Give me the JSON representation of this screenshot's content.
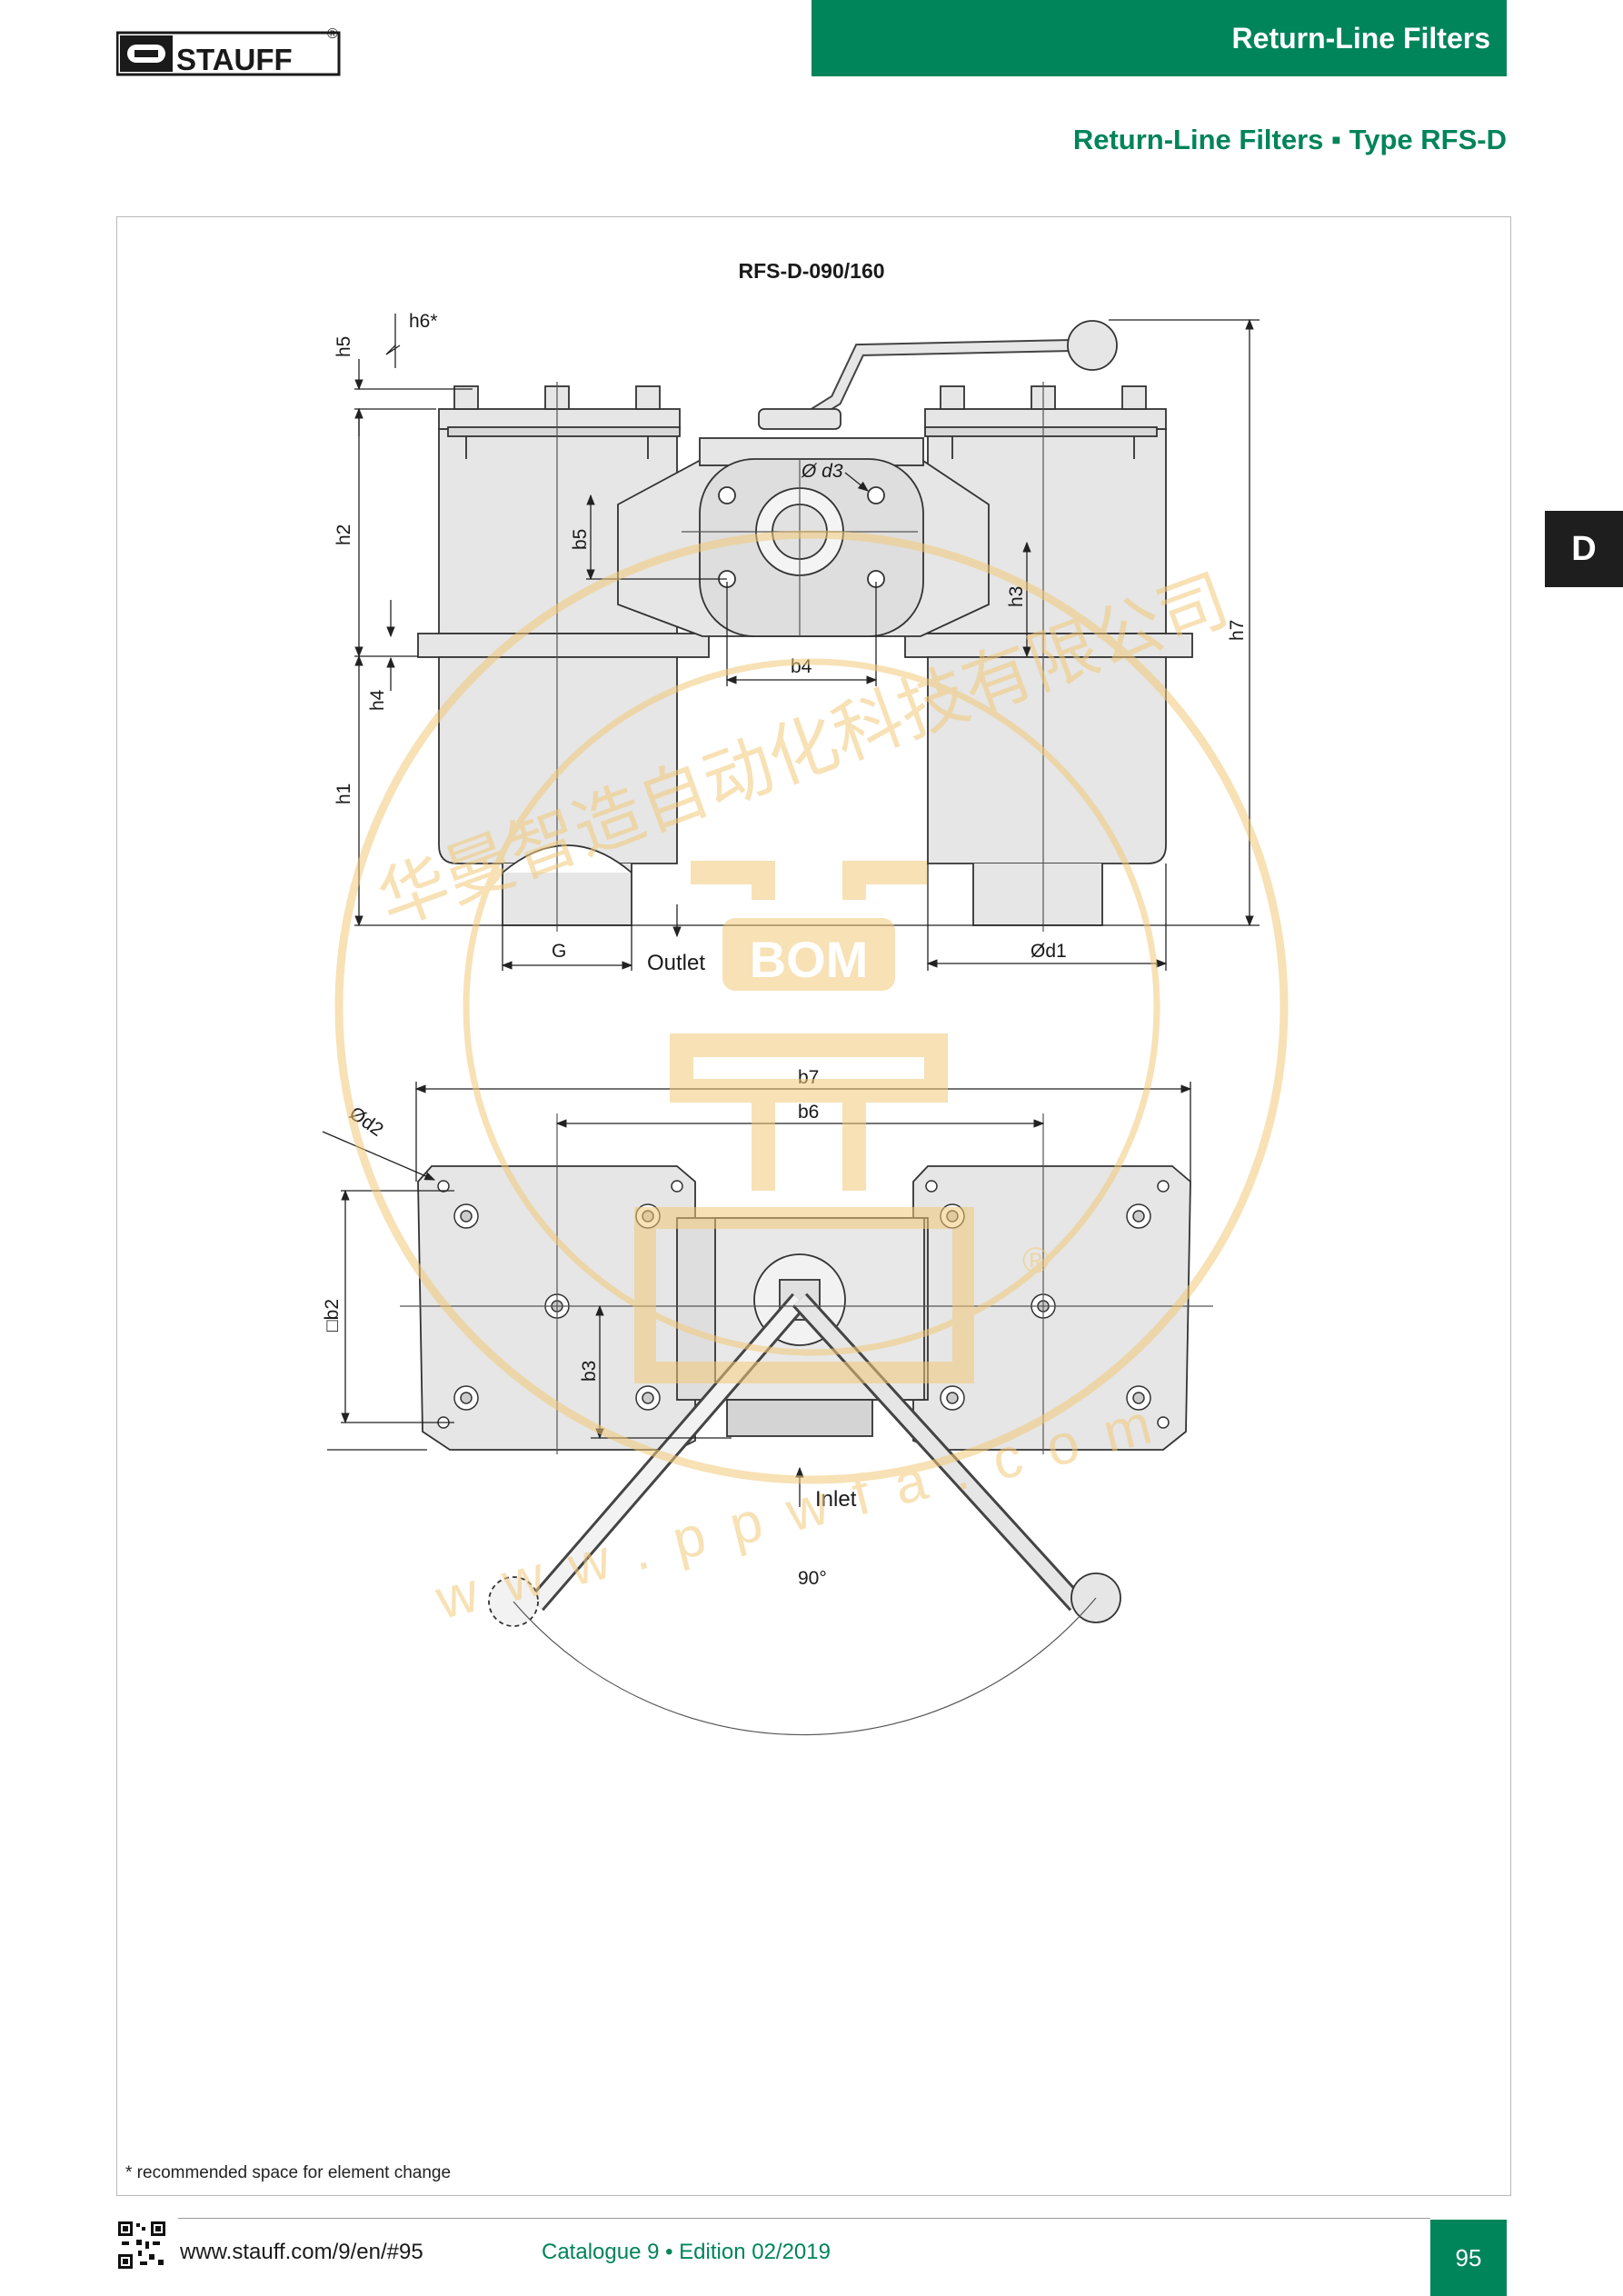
{
  "brand": {
    "name": "STAUFF",
    "registered_mark": "®"
  },
  "header": {
    "section_title": "Return-Line Filters"
  },
  "subtitle": "Return-Line Filters ▪ Type RFS-D",
  "side_tab": "D",
  "drawing": {
    "title": "RFS-D-090/160",
    "labels": {
      "h1": "h1",
      "h2": "h2",
      "h3": "h3",
      "h4": "h4",
      "h5": "h5",
      "h6": "h6*",
      "h7": "h7",
      "b2": "□b2",
      "b3": "b3",
      "b4": "b4",
      "b5": "b5",
      "b6": "b6",
      "b7": "b7",
      "d1": "Ød1",
      "d2": "Ød2",
      "d3": "Ø d3",
      "g": "G",
      "outlet": "Outlet",
      "inlet": "Inlet",
      "angle": "90°"
    }
  },
  "watermark": {
    "company": "华曼智造自动化科技有限公司",
    "brand": "BOM",
    "site": "www.ppwfa.com",
    "mark": "®"
  },
  "footnote": "* recommended space for element change",
  "footer": {
    "url": "www.stauff.com/9/en/#95",
    "catalogue": "Catalogue 9 • Edition 02/2019",
    "page": "95"
  }
}
